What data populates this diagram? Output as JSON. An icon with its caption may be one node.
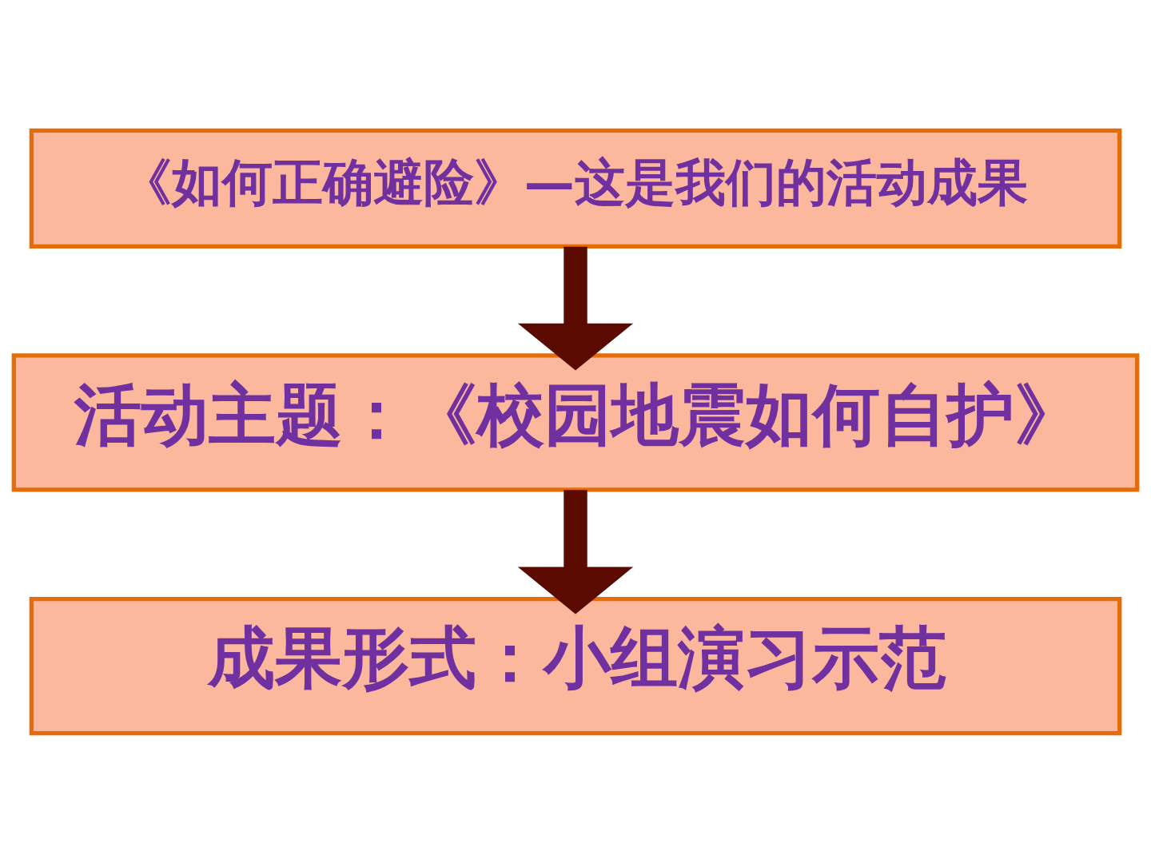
{
  "diagram": {
    "nodes": [
      {
        "text": [
          "《如何正确避险》—这是我们的活动成果"
        ]
      },
      {
        "text": [
          "活动主题：《校园地震如何自护》"
        ]
      },
      {
        "text": [
          "成果形式：小组演习示范"
        ]
      }
    ],
    "edges": [
      {
        "from": 0,
        "to": 1,
        "arrow": "to"
      },
      {
        "from": 1,
        "to": 2,
        "arrow": "to"
      }
    ]
  }
}
